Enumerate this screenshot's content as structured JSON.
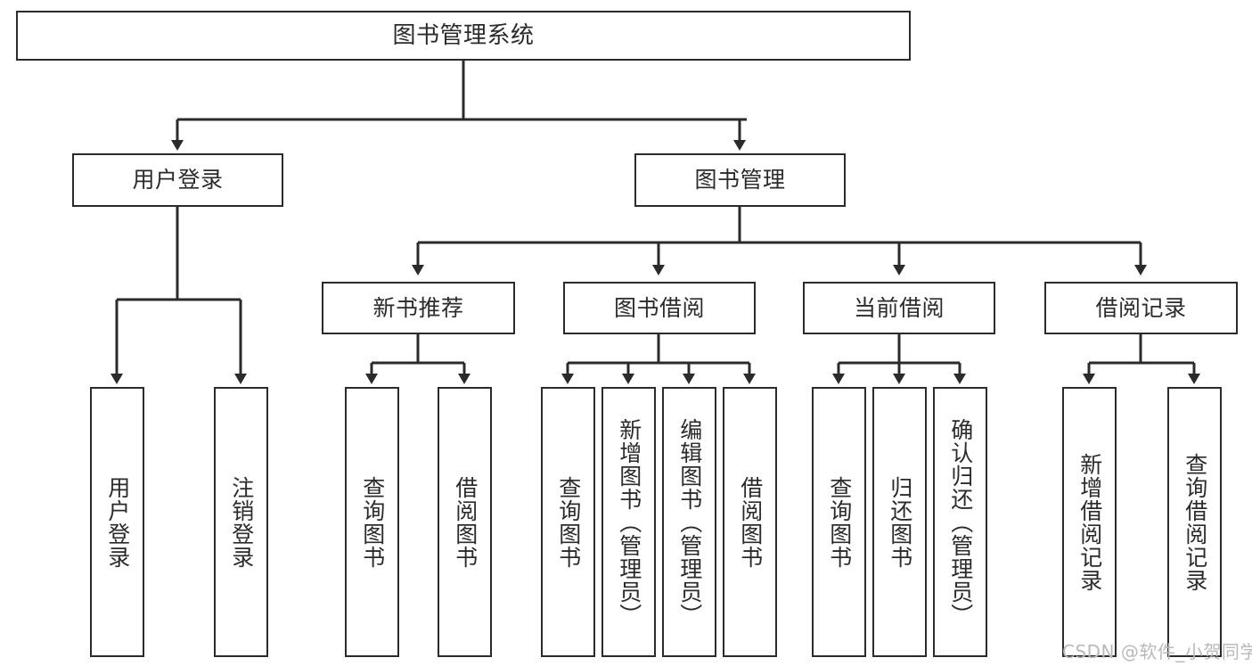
{
  "diagram": {
    "type": "tree-hierarchy",
    "title": "图书管理系统",
    "orientation": "top-down",
    "line_color": "#2b2b2b",
    "box_fill": "#ffffff",
    "levels": 4
  },
  "root": {
    "label": "图书管理系统"
  },
  "level2": [
    {
      "label": "用户登录"
    },
    {
      "label": "图书管理"
    }
  ],
  "level3": [
    {
      "label": "新书推荐"
    },
    {
      "label": "图书借阅"
    },
    {
      "label": "当前借阅"
    },
    {
      "label": "借阅记录"
    }
  ],
  "leaves": {
    "user_login": [
      {
        "label": "用户登录"
      },
      {
        "label": "注销登录"
      }
    ],
    "new_book": [
      {
        "label": "查询图书"
      },
      {
        "label": "借阅图书"
      }
    ],
    "borrow_book": [
      {
        "label": "查询图书"
      },
      {
        "label": "新增图书（管理员）"
      },
      {
        "label": "编辑图书（管理员）"
      },
      {
        "label": "借阅图书"
      }
    ],
    "current_borrow": [
      {
        "label": "查询图书"
      },
      {
        "label": "归还图书"
      },
      {
        "label": "确认归还（管理员）"
      }
    ],
    "borrow_record": [
      {
        "label": "新增借阅记录"
      },
      {
        "label": "查询借阅记录"
      }
    ]
  },
  "watermark": {
    "text": "CSDN @软件_小贺同学"
  }
}
